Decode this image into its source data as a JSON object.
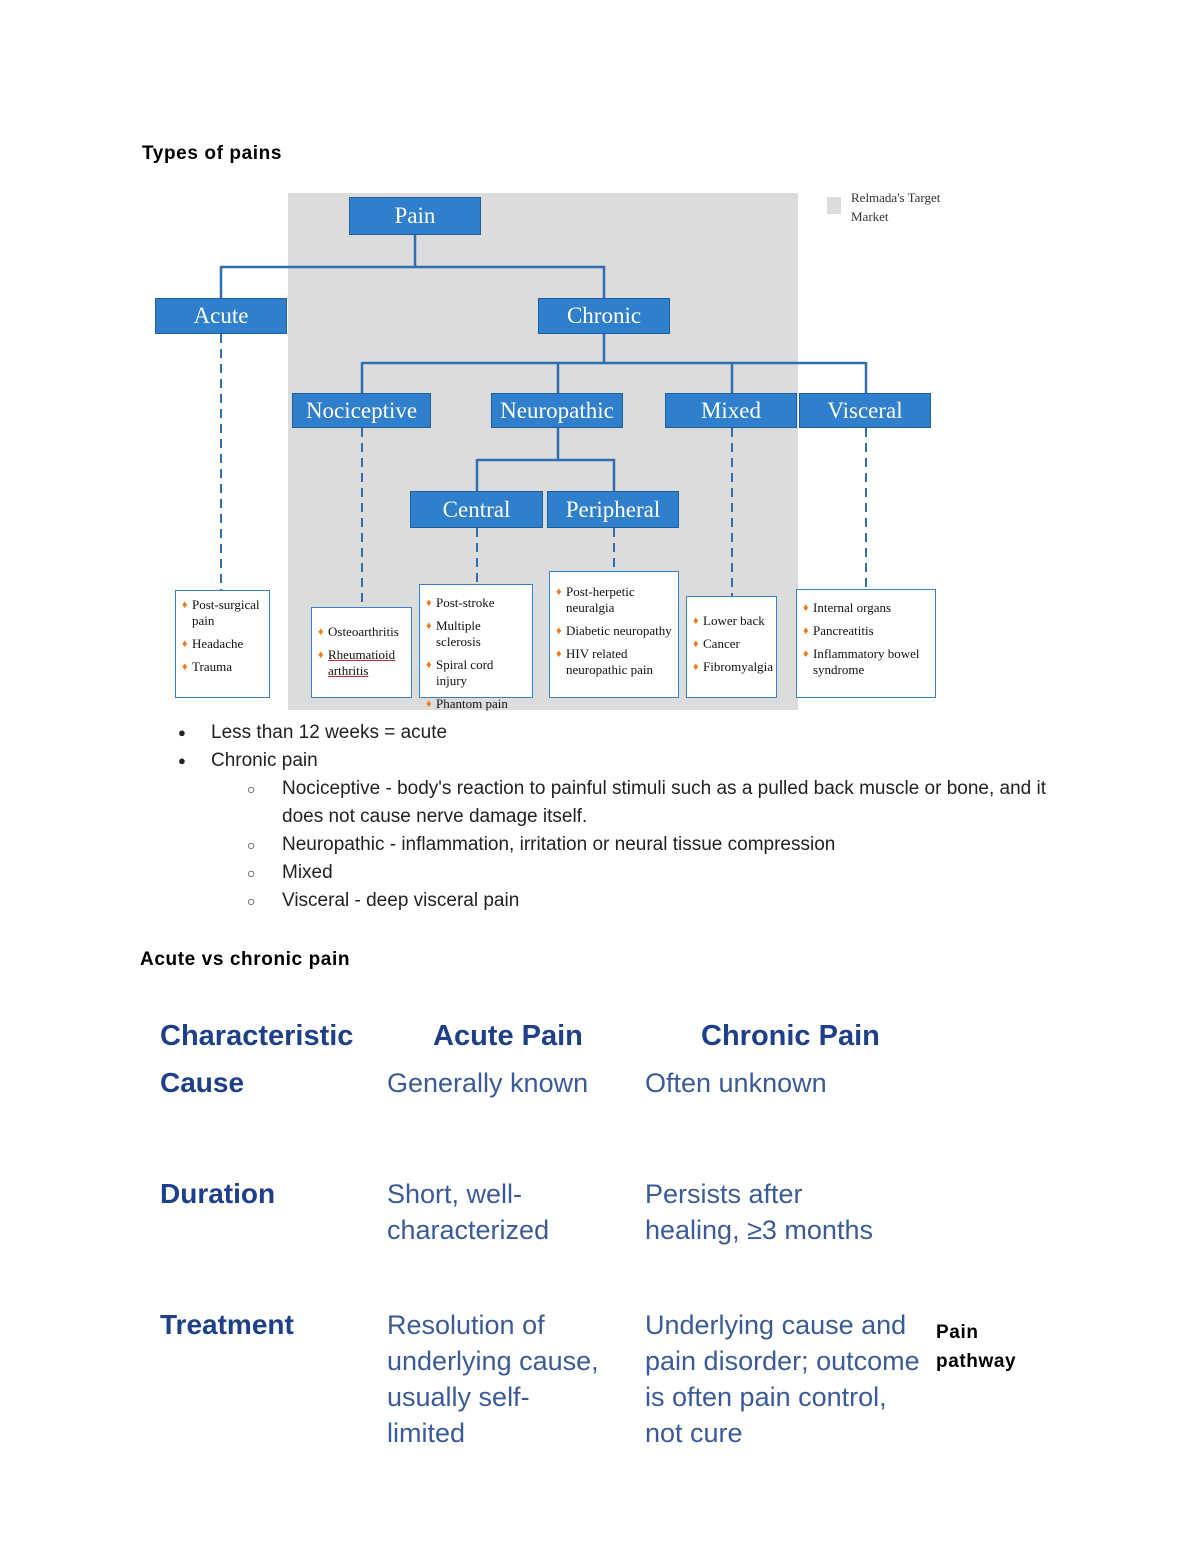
{
  "section1": {
    "heading": "Types of pains"
  },
  "diagram": {
    "legend_label": "Relmada's Target Market",
    "nodes": {
      "pain": "Pain",
      "acute": "Acute",
      "chronic": "Chronic",
      "nociceptive": "Nociceptive",
      "neuropathic": "Neuropathic",
      "mixed": "Mixed",
      "visceral": "Visceral",
      "central": "Central",
      "peripheral": "Peripheral"
    },
    "leaves": {
      "acute": [
        "Post-surgical pain",
        "Headache",
        "Trauma"
      ],
      "nociceptive": [
        "Osteoarthritis",
        "Rheumatioid arthritis"
      ],
      "central": [
        "Post-stroke",
        "Multiple sclerosis",
        "Spiral cord injury",
        "Phantom pain"
      ],
      "peripheral": [
        "Post-herpetic neuralgia",
        "Diabetic neuropathy",
        "HIV related neuropathic pain"
      ],
      "mixed": [
        "Lower back",
        "Cancer",
        "Fibromyalgia"
      ],
      "visceral": [
        "Internal organs",
        "Pancreatitis",
        "Inflammatory bowel syndrome"
      ]
    },
    "colors": {
      "node": "#2f7fcc",
      "bullet": "#f07a1a",
      "region": "#dcdcdc"
    }
  },
  "notes": {
    "items": [
      "Less than 12 weeks = acute",
      "Chronic pain"
    ],
    "subitems": [
      "Nociceptive - body's reaction to painful stimuli such as a pulled back muscle or bone, and it does not cause nerve damage itself.",
      "Neuropathic -  inflammation, irritation or neural tissue compression",
      "Mixed",
      "Visceral - deep visceral pain"
    ]
  },
  "section2": {
    "heading": "Acute vs chronic pain"
  },
  "comparison": {
    "headers": [
      "Characteristic",
      "Acute Pain",
      "Chronic Pain"
    ],
    "rows": [
      {
        "label": "Cause",
        "acute": "Generally known",
        "chronic": "Often unknown"
      },
      {
        "label": "Duration",
        "acute": "Short, well-characterized",
        "chronic": "Persists after healing, ≥3 months"
      },
      {
        "label": "Treatment",
        "acute": "Resolution of underlying cause, usually self-limited",
        "chronic": "Underlying cause and pain disorder; outcome is often pain control, not cure"
      }
    ]
  },
  "section3": {
    "heading": "Pain pathway"
  }
}
